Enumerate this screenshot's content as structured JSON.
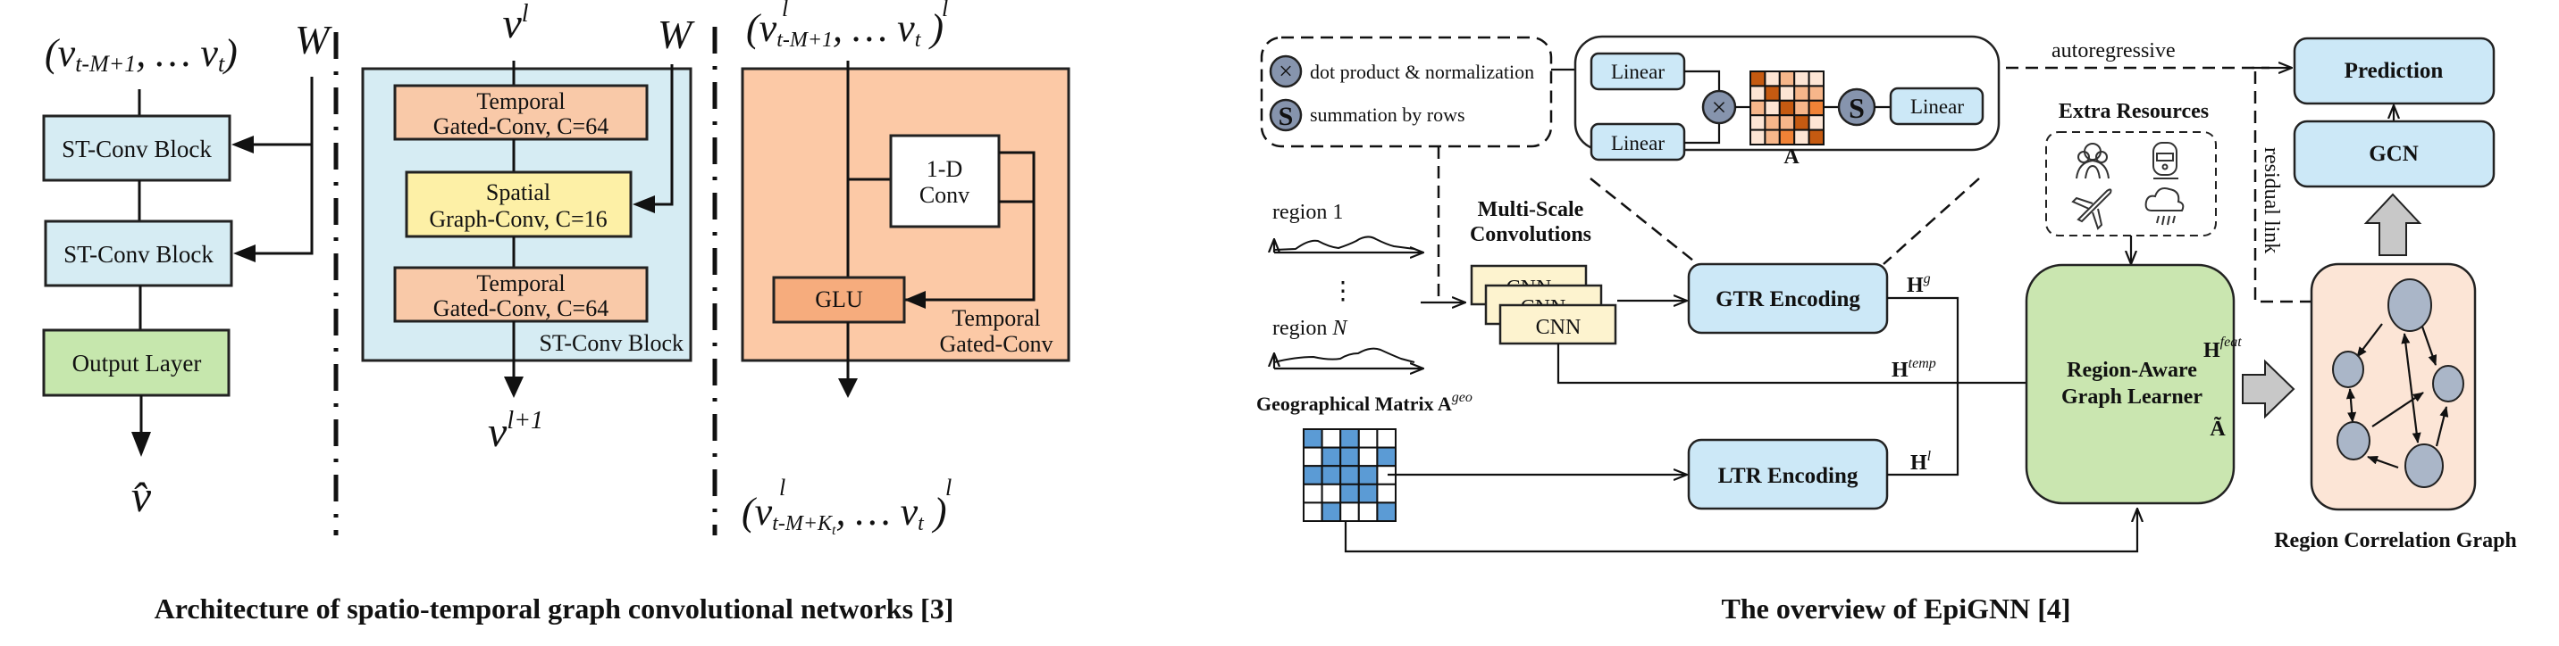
{
  "stgcn": {
    "caption": "Architecture of spatio-temporal graph convolutional networks [3]",
    "overview": {
      "input_label": "(v",
      "input_sub1": "t-M+1",
      "input_mid": ", … v",
      "input_sub2": "t",
      "input_close": ")",
      "w_label": "W",
      "blocks": [
        "ST-Conv Block",
        "ST-Conv Block"
      ],
      "output_layer": "Output Layer",
      "output_label": "v̂"
    },
    "st_block": {
      "input_label": "v",
      "input_sup": "l",
      "w_label": "W",
      "temporal1_line1": "Temporal",
      "temporal1_line2": "Gated-Conv, C=64",
      "spatial_line1": "Spatial",
      "spatial_line2": "Graph-Conv, C=16",
      "temporal2_line1": "Temporal",
      "temporal2_line2": "Gated-Conv, C=64",
      "container_label": "ST-Conv Block",
      "output_label": "v",
      "output_sup": "l+1"
    },
    "temporal_gated": {
      "input_label": "(v",
      "input_sub1": "t-M+1",
      "input_sup": "l",
      "input_mid": ", … v",
      "input_sub2": "t",
      "input_close": " )",
      "conv_line1": "1-D",
      "conv_line2": "Conv",
      "glu": "GLU",
      "container_line1": "Temporal",
      "container_line2": "Gated-Conv",
      "output_label": "(v",
      "output_sub1": "t-M+K",
      "output_sub1b": "t",
      "output_mid": ", … v",
      "output_sub2": "t",
      "output_close": " )"
    },
    "colors": {
      "block_blue": "#d6ecf3",
      "temporal_orange": "#f9c9a8",
      "spatial_yellow": "#fdf0a6",
      "output_green": "#c6e7ad",
      "glu_orange": "#f6ac7d",
      "gated_bg": "#fcc9a6"
    }
  },
  "epignn": {
    "caption": "The overview of EpiGNN [4]",
    "legend": {
      "dot_product_symbol": "×",
      "dot_product_label": "dot product & normalization",
      "summation_symbol": "S",
      "summation_label": "summation by rows"
    },
    "attention_detail": {
      "linear_top": "Linear",
      "linear_bottom": "Linear",
      "linear_right": "Linear",
      "matrix_label": "A",
      "matrix_levels": [
        [
          4,
          1,
          2,
          1,
          1
        ],
        [
          1,
          4,
          1,
          2,
          2
        ],
        [
          2,
          1,
          4,
          2,
          3
        ],
        [
          1,
          2,
          2,
          4,
          1
        ],
        [
          1,
          2,
          3,
          1,
          4
        ]
      ],
      "matrix_palette": [
        "#ffffff",
        "#fde5d4",
        "#f6b68a",
        "#ef8236",
        "#c55a11"
      ]
    },
    "autoregressive_label": "autoregressive",
    "regions": {
      "region1": "region 1",
      "ellipsis": "⋮",
      "regionN_prefix": "region ",
      "regionN_var": "N"
    },
    "multi_scale": {
      "title_line1": "Multi-Scale",
      "title_line2": "Convolutions",
      "cnn_labels": [
        "CNN",
        "CNN",
        "CNN"
      ]
    },
    "gtr": "GTR Encoding",
    "ltr": "LTR Encoding",
    "h_g": "H",
    "h_g_sup": "g",
    "h_temp": "H",
    "h_temp_sup": "temp",
    "h_l": "H",
    "h_l_sup": "l",
    "geo_matrix": {
      "label": "Geographical Matrix A",
      "label_sup": "geo",
      "cells": [
        [
          1,
          0,
          1,
          0,
          0
        ],
        [
          0,
          1,
          1,
          0,
          1
        ],
        [
          1,
          1,
          1,
          1,
          0
        ],
        [
          0,
          0,
          1,
          1,
          0
        ],
        [
          0,
          1,
          0,
          0,
          1
        ]
      ],
      "on_color": "#5b9bd5"
    },
    "extra_resources": {
      "title": "Extra Resources",
      "icons": [
        "people-icon",
        "train-icon",
        "airplane-icon",
        "rain-cloud-icon"
      ]
    },
    "learner_line1": "Region-Aware",
    "learner_line2": "Graph Learner",
    "h_feat": "H",
    "h_feat_sup": "feat",
    "a_tilde": "Ã",
    "residual_link": "residual link",
    "prediction": "Prediction",
    "gcn": "GCN",
    "correlation_graph_label": "Region Correlation Graph",
    "colors": {
      "encoder_blue": "#cce8f7",
      "learner_green": "#cae6b0",
      "graph_bg": "#fce5d6",
      "node_fill": "#aab6c8",
      "cnn_yellow": "#fdf3cf",
      "arrow_gray": "#c8c8c8"
    }
  }
}
